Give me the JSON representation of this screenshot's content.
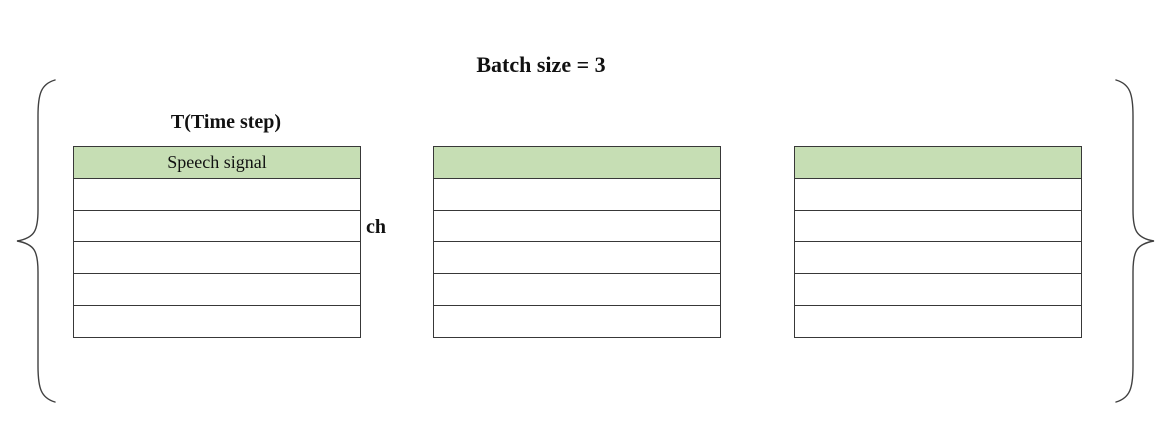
{
  "title": "Batch size = 3",
  "labels": {
    "time_axis": "T(Time step)",
    "channel_axis": "ch"
  },
  "tables": [
    {
      "id": "batch-sample-1",
      "header_label": "Speech signal",
      "empty_row_count": 5
    },
    {
      "id": "batch-sample-2",
      "header_label": "",
      "empty_row_count": 5
    },
    {
      "id": "batch-sample-3",
      "header_label": "",
      "empty_row_count": 5
    }
  ],
  "icons": {
    "left_brace": "curly-brace-left",
    "right_brace": "curly-brace-right"
  },
  "colors": {
    "header_fill": "#c6deb4",
    "border": "#383838",
    "brace_stroke": "#404040",
    "text": "#111111",
    "background": "#ffffff"
  }
}
